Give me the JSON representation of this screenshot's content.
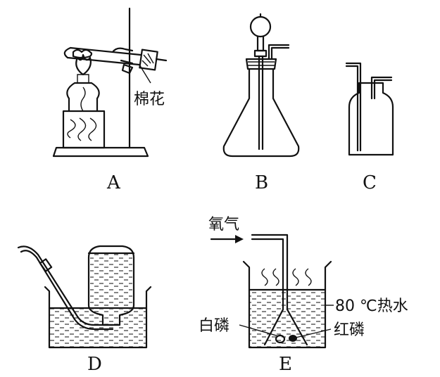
{
  "panels": {
    "A": {
      "label": "A",
      "annotation": "棉花"
    },
    "B": {
      "label": "B"
    },
    "C": {
      "label": "C"
    },
    "D": {
      "label": "D"
    },
    "E": {
      "label": "E",
      "gas_label": "氧气",
      "water_label": "80 ℃热水",
      "white_p_label": "白磷",
      "red_p_label": "红磷"
    }
  }
}
